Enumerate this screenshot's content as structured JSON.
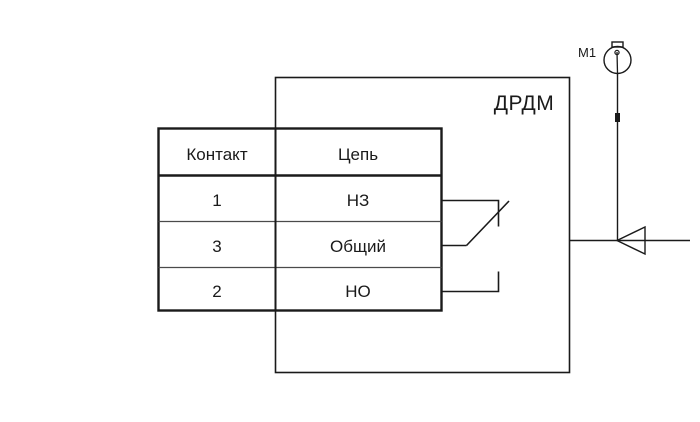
{
  "diagram": {
    "device_label": "ДРДМ",
    "gauge_label": "М1",
    "gauge_icon": "pressure-gauge-icon",
    "flow_arrow_icon": "flow-arrow-left-icon",
    "switch_icon": "spdt-switch-icon",
    "junction_icon": "junction-dot-icon",
    "line_color": "#1a1a1a",
    "background_color": "#ffffff"
  },
  "contact_table": {
    "headers": [
      "Контакт",
      "Цепь"
    ],
    "rows": [
      {
        "contact": "1",
        "circuit": "НЗ"
      },
      {
        "contact": "3",
        "circuit": "Общий"
      },
      {
        "contact": "2",
        "circuit": "НО"
      }
    ]
  }
}
